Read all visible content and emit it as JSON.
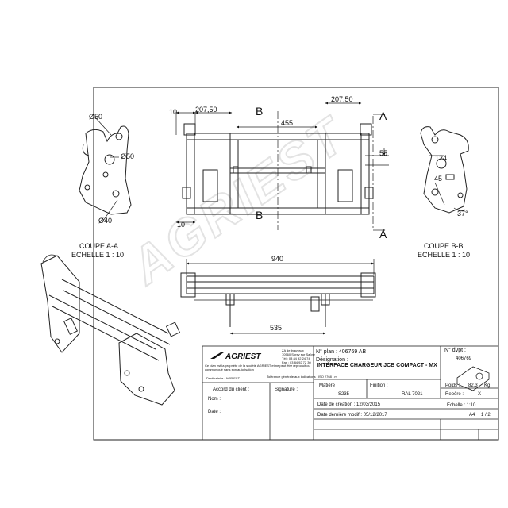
{
  "view_a": {
    "dia1": "Ø50",
    "dia2": "Ø50",
    "dia3": "Ø40",
    "title": "COUPE A-A",
    "scale": "ECHELLE 1 : 10"
  },
  "view_b": {
    "dim_124": "124",
    "dim_45": "45",
    "dim_37": "37°",
    "title": "COUPE B-B",
    "scale": "ECHELLE 1 : 10"
  },
  "front": {
    "d10a": "10",
    "d207a": "207,50",
    "d207b": "207,50",
    "d455": "455",
    "d55": "55",
    "d10b": "10",
    "secB": "B",
    "secA": "A"
  },
  "bottom": {
    "d940": "940",
    "d535": "535"
  },
  "watermark": "AGRIEST",
  "titleblock": {
    "brand": "AGRIEST",
    "address": [
      "ZA de Inauvaux",
      "70560 Sorey sur Saône",
      "Tél : 03 84 92 24 74",
      "Fax : 03 84 92 72 30"
    ],
    "notice": "Ce plan est la propriété de la société AGRIEST et ne peut être reproduit ou communiqué sans son autorisation",
    "recipient": "Destinataire : AGRIEST",
    "tolerance": "Tolérance générale aux indications : ISO 2768 - m",
    "client_label": "Accord du client :",
    "name_label": "Nom :",
    "date_label": "Date :",
    "signature_label": "Signature :",
    "plan_no": "N° plan : 406769 AB",
    "designation_label": "Désignation :",
    "designation": "INTERFACE CHARGEUR JCB COMPACT - MX",
    "ndvpt_label": "N° dvpt :",
    "ndvpt": "406769",
    "matiere_label": "Matière :",
    "matiere": "S235",
    "finition_label": "Finition :",
    "finition": "RAL 7021",
    "poids_label": "Poids :",
    "poids": "82.3",
    "poids_unit": "Kg",
    "repere_label": "Repère :",
    "repere": "X",
    "echelle": "Echelle : 1:10",
    "creation": "Date de création : 12/03/2015",
    "last_date": "Date dernière modif : 05/12/2017",
    "format": "A4",
    "page": "1 / 2"
  }
}
